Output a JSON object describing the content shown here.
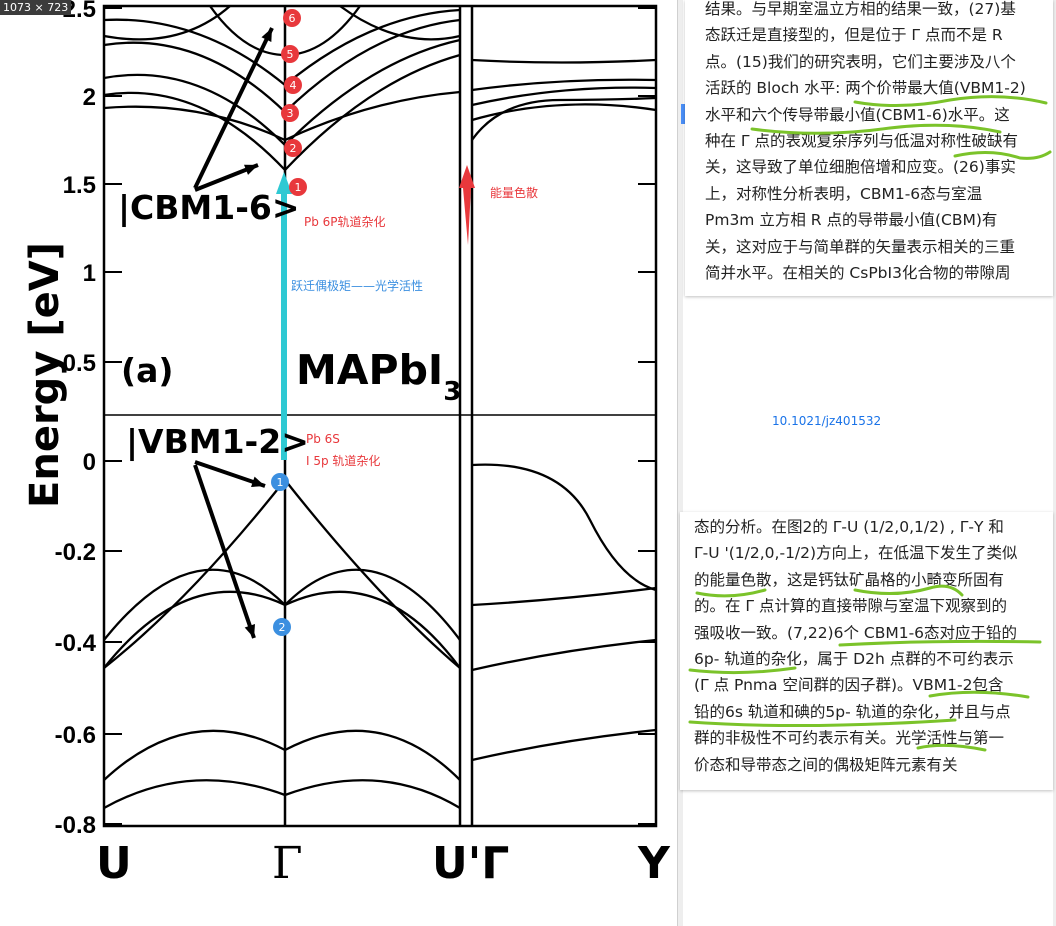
{
  "window": {
    "dimension_badge": "1073 × 723"
  },
  "figure": {
    "panel_label": "(a)",
    "compound_main": "MAPbI",
    "compound_sub": "3",
    "ylabel": "Energy [eV]",
    "cbm_label": "|CBM1-6>",
    "vbm_label": "|VBM1-2>",
    "kpoints": [
      "U",
      "Γ",
      "U'Γ",
      "Y"
    ],
    "yticks": [
      "2.5",
      "2",
      "1.5",
      "1",
      "0.5",
      "0",
      "-0.2",
      "-0.4",
      "-0.6",
      "-0.8"
    ],
    "badges_red": [
      "1",
      "2",
      "3",
      "4",
      "5",
      "6"
    ],
    "badges_blue": [
      "1",
      "2"
    ],
    "annotations": {
      "pb6p": "Pb 6P轨道杂化",
      "dipole": "跃迁偶极矩——光学活性",
      "dispersion": "能量色散",
      "pb6s_line1": "Pb 6S",
      "pb6s_line2": "I    5p 轨道杂化"
    }
  },
  "doi": "10.1021/jz401532",
  "colors": {
    "red": "#e8383c",
    "blue": "#3b8fe0",
    "cyan": "#2ec9d3",
    "green": "#7bc32a",
    "link": "#1a73e8"
  },
  "top_text": [
    "结果。与早期室温立方相的结果一致，(27)基",
    "态跃迁是直接型的，但是位于 Γ 点而不是 R",
    "点。(15)我们的研究表明，它们主要涉及八个",
    "活跃的 Bloch 水平: 两个价带最大值(VBM1-2)",
    "水平和六个传导带最小值(CBM1-6)水平。这",
    "种在 Γ 点的表观复杂序列与低温对称性破缺有",
    "关，这导致了单位细胞倍增和应变。(26)事实",
    "上，对称性分析表明，CBM1-6态与室温",
    "Pm3m 立方相 R 点的导带最小值(CBM)有",
    "关，这对应于与简单群的矢量表示相关的三重",
    "简并水平。在相关的 CsPbI3化合物的带隙周"
  ],
  "bottom_text": [
    "态的分析。在图2的 Γ-U (1/2,0,1/2) , Γ-Y 和",
    "Γ-U '(1/2,0,-1/2)方向上，在低温下发生了类似",
    "的能量色散，这是钙钛矿晶格的小畸变所固有",
    "的。在 Γ 点计算的直接带隙与室温下观察到的",
    "强吸收一致。(7,22)6个 CBM1-6态对应于铅的",
    "6p- 轨道的杂化，属于 D2h 点群的不可约表示",
    "(Γ 点 Pnma 空间群的因子群)。VBM1-2包含",
    "铅的6s 轨道和碘的5p- 轨道的杂化，并且与点",
    "群的非极性不可约表示有关。光学活性与第一",
    "价态和导带态之间的偶极矩阵元素有关"
  ]
}
